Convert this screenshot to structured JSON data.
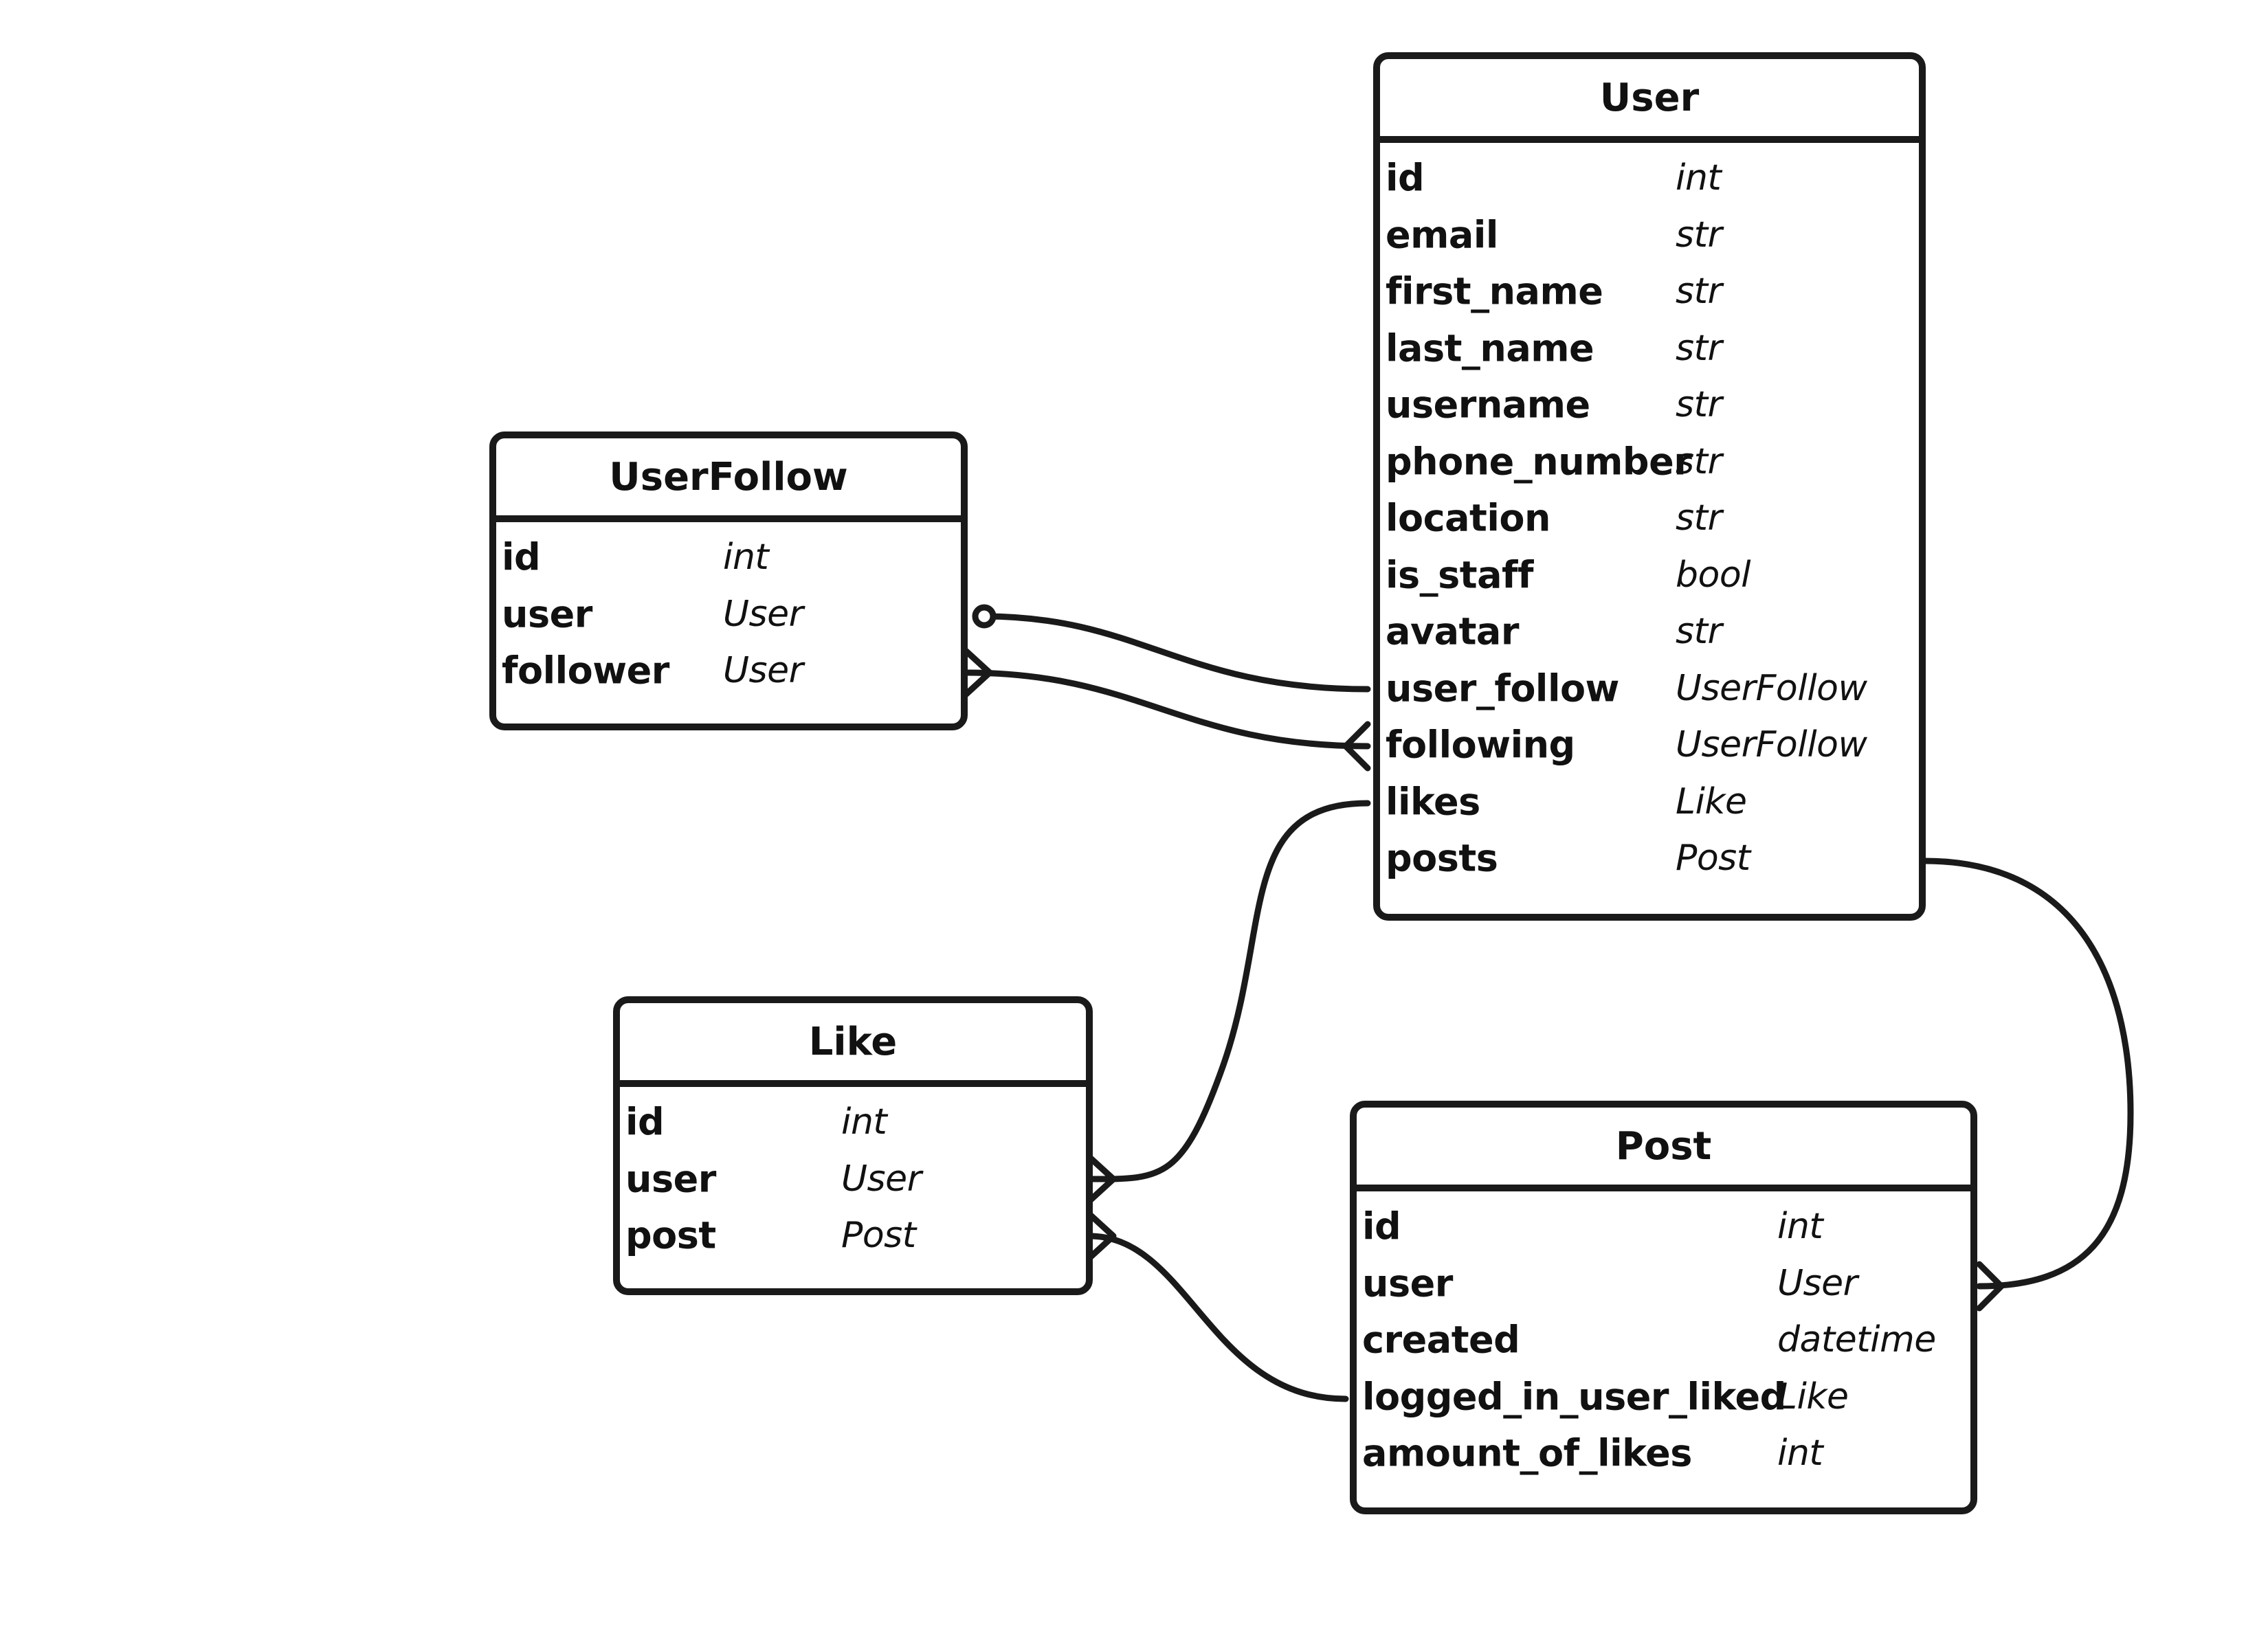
{
  "entities": {
    "userfollow": {
      "name": "UserFollow",
      "fields": [
        {
          "name": "id",
          "type": "int"
        },
        {
          "name": "user",
          "type": "User"
        },
        {
          "name": "follower",
          "type": "User"
        }
      ]
    },
    "user": {
      "name": "User",
      "fields": [
        {
          "name": "id",
          "type": "int"
        },
        {
          "name": "email",
          "type": "str"
        },
        {
          "name": "first_name",
          "type": "str"
        },
        {
          "name": "last_name",
          "type": "str"
        },
        {
          "name": "username",
          "type": "str"
        },
        {
          "name": "phone_number",
          "type": "str"
        },
        {
          "name": "location",
          "type": "str"
        },
        {
          "name": "is_staff",
          "type": "bool"
        },
        {
          "name": "avatar",
          "type": "str"
        },
        {
          "name": "user_follow",
          "type": "UserFollow"
        },
        {
          "name": "following",
          "type": "UserFollow"
        },
        {
          "name": "likes",
          "type": "Like"
        },
        {
          "name": "posts",
          "type": "Post"
        }
      ]
    },
    "like": {
      "name": "Like",
      "fields": [
        {
          "name": "id",
          "type": "int"
        },
        {
          "name": "user",
          "type": "User"
        },
        {
          "name": "post",
          "type": "Post"
        }
      ]
    },
    "post": {
      "name": "Post",
      "fields": [
        {
          "name": "id",
          "type": "int"
        },
        {
          "name": "user",
          "type": "User"
        },
        {
          "name": "created",
          "type": "datetime"
        },
        {
          "name": "logged_in_user_liked",
          "type": "Like"
        },
        {
          "name": "amount_of_likes",
          "type": "int"
        }
      ]
    }
  },
  "relationships": [
    {
      "from": "UserFollow.user",
      "to": "User.user_follow",
      "from_marker": "zero",
      "to_marker": "one"
    },
    {
      "from": "UserFollow.follower",
      "to": "User.following",
      "from_marker": "many",
      "to_marker": "many"
    },
    {
      "from": "User.likes",
      "to": "Like.user",
      "from_marker": "one",
      "to_marker": "many"
    },
    {
      "from": "Like.post",
      "to": "Post.logged_in_user_liked",
      "from_marker": "many",
      "to_marker": "one"
    },
    {
      "from": "User.posts",
      "to": "Post.user",
      "from_marker": "one",
      "to_marker": "many"
    }
  ],
  "colors": {
    "stroke": "#1a1a1a",
    "background": "#ffffff",
    "text": "#111111"
  }
}
